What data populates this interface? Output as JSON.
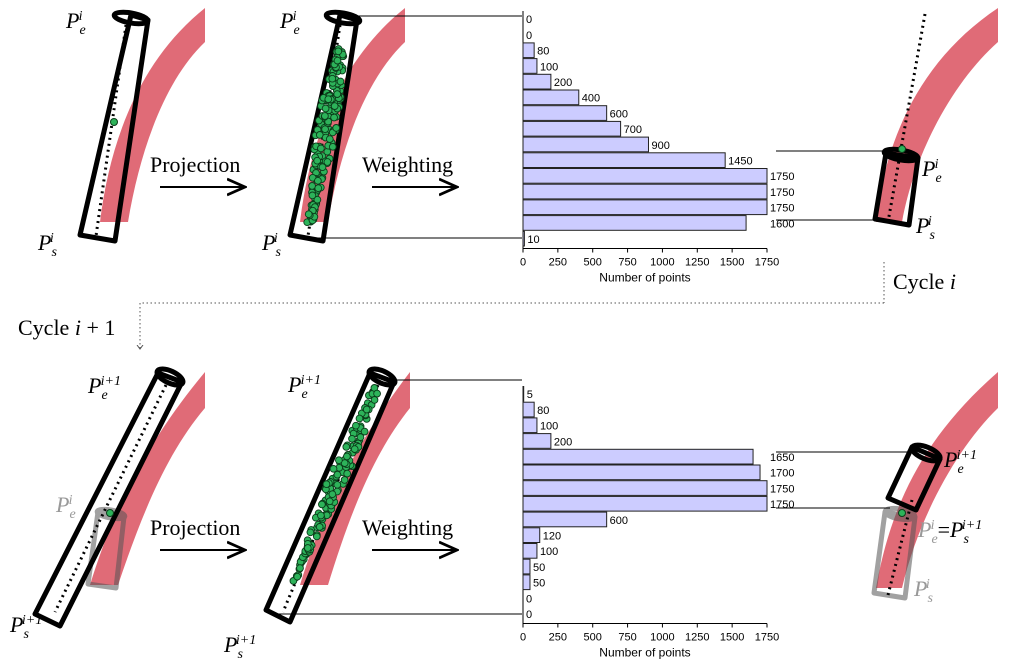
{
  "top_row": {
    "cycle_label": "Cycle i",
    "step1_label": "Projection",
    "step2_label": "Weighting",
    "panel1": {
      "pe": "P_e^i",
      "ps": "P_s^i"
    },
    "panel2": {
      "pe": "P_e^i",
      "ps": "P_s^i"
    },
    "panel3": {
      "pe": "P_e^i",
      "ps": "P_s^i"
    }
  },
  "bottom_row": {
    "cycle_label": "Cycle i+1",
    "step1_label": "Projection",
    "step2_label": "Weighting",
    "panel1": {
      "pe_new": "P_e^{i+1}",
      "pe_prev": "P_e^i",
      "ps": "P_s^{i+1}"
    },
    "panel2": {
      "pe": "P_e^{i+1}",
      "ps": "P_s^{i+1}"
    },
    "panel3": {
      "pe": "P_e^{i+1}",
      "eq": "P_e^i = P_s^{i+1}",
      "ps_prev": "P_s^i"
    }
  },
  "colors": {
    "bar_fill": "#ccccff",
    "bar_stroke": "#222222",
    "vessel": "#d63a4a",
    "point_fill": "#2db35a",
    "point_stroke": "#0b3d1a",
    "cylinder": "#000000",
    "cylinder_faded": "#777777",
    "faded_text": "#999999"
  },
  "chart_data": [
    {
      "type": "bar",
      "orientation": "horizontal",
      "values": [
        0,
        0,
        80,
        100,
        200,
        400,
        600,
        700,
        900,
        1450,
        1750,
        1750,
        1750,
        1600,
        10
      ],
      "value_labels": [
        "0",
        "0",
        "80",
        "100",
        "200",
        "400",
        "600",
        "700",
        "900",
        "1450",
        "1750",
        "1750",
        "1750",
        "1600",
        "10"
      ],
      "xlabel": "Number of points",
      "xticks": [
        "0",
        "250",
        "500",
        "750",
        "1000",
        "1250",
        "1500",
        "1750"
      ],
      "xlim": [
        0,
        1750
      ]
    },
    {
      "type": "bar",
      "orientation": "horizontal",
      "values": [
        5,
        80,
        100,
        200,
        1650,
        1700,
        1750,
        1750,
        600,
        120,
        100,
        50,
        50,
        0,
        0
      ],
      "value_labels": [
        "5",
        "80",
        "100",
        "200",
        "1650",
        "1700",
        "1750",
        "1750",
        "600",
        "120",
        "100",
        "50",
        "50",
        "0",
        "0"
      ],
      "xlabel": "Number of points",
      "xticks": [
        "0",
        "250",
        "500",
        "750",
        "1000",
        "1250",
        "1500",
        "1750"
      ],
      "xlim": [
        0,
        1750
      ]
    }
  ]
}
